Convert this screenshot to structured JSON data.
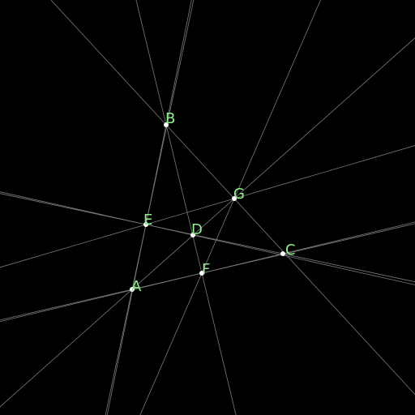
{
  "colors": {
    "background": "#000000",
    "line": "#7a7a7a",
    "point": "#ffffff",
    "label": "#90ee90"
  },
  "points": [
    {
      "id": "A",
      "label": "A"
    },
    {
      "id": "B",
      "label": "B"
    },
    {
      "id": "C",
      "label": "C"
    },
    {
      "id": "D",
      "label": "D"
    },
    {
      "id": "E",
      "label": "E"
    },
    {
      "id": "F",
      "label": "F"
    },
    {
      "id": "G",
      "label": "G"
    }
  ],
  "lines": [
    [
      "A",
      "E"
    ],
    [
      "A",
      "F"
    ],
    [
      "A",
      "G"
    ],
    [
      "B",
      "E"
    ],
    [
      "B",
      "F"
    ],
    [
      "B",
      "G"
    ],
    [
      "E",
      "G"
    ],
    [
      "E",
      "C"
    ],
    [
      "F",
      "G"
    ],
    [
      "D",
      "E"
    ],
    [
      "C",
      "F"
    ]
  ]
}
